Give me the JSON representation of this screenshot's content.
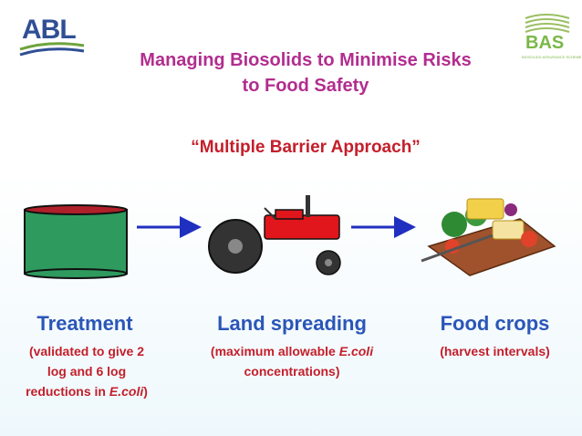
{
  "logos": {
    "abl": "ABL",
    "bas": "BAS",
    "bas_tagline": "BIOSOLIDS ASSURANCE SCHEME"
  },
  "title": {
    "line1": "Managing Biosolids to Minimise Risks",
    "line2": "to Food Safety"
  },
  "subtitle": "“Multiple Barrier Approach”",
  "stages": [
    {
      "title": "Treatment",
      "note_parts": [
        "(validated to give 2",
        "log and 6 log",
        "reductions in ",
        "E.coli",
        ")"
      ]
    },
    {
      "title": "Land spreading",
      "note_parts": [
        "(maximum allowable ",
        "E.coli",
        "concentrations)"
      ]
    },
    {
      "title": "Food crops",
      "note_parts": [
        "(harvest intervals)"
      ]
    }
  ],
  "colors": {
    "title": "#b22d8f",
    "subtitle": "#c41e2a",
    "stage_title": "#2a56b8",
    "stage_note": "#c41e2a",
    "arrow": "#1f2fbf",
    "tank": "#2e9a5e",
    "tractor": "#e0161c"
  }
}
